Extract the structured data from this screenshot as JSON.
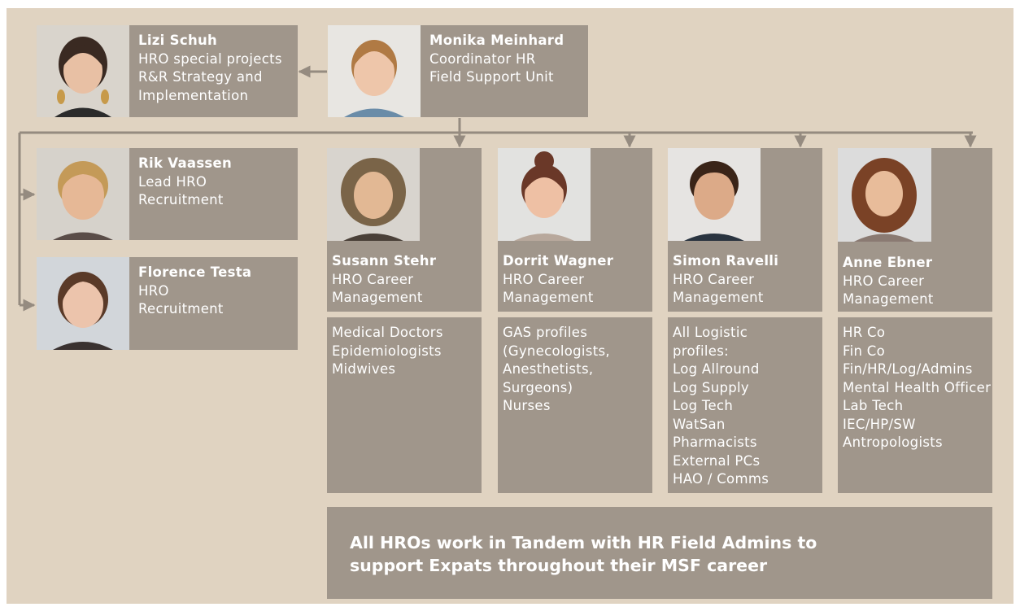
{
  "colors": {
    "background": "#e0d3c1",
    "box": "#a0968b",
    "connector": "#958b80",
    "text": "#ffffff"
  },
  "lizi": {
    "name": "Lizi Schuh",
    "line1": "HRO special projects",
    "line2": "R&R Strategy and",
    "line3": "Implementation"
  },
  "monika": {
    "name": "Monika Meinhard",
    "line1": "Coordinator HR",
    "line2": "Field Support Unit"
  },
  "rik": {
    "name": "Rik Vaassen",
    "line1": "Lead HRO",
    "line2": "Recruitment"
  },
  "florence": {
    "name": "Florence Testa",
    "line1": "HRO",
    "line2": "Recruitment"
  },
  "susann": {
    "name": "Susann Stehr",
    "line1": "HRO Career",
    "line2": "Management",
    "profiles": [
      "Medical Doctors",
      "Epidemiologists",
      "Midwives"
    ]
  },
  "dorrit": {
    "name": "Dorrit Wagner",
    "line1": "HRO Career",
    "line2": "Management",
    "profiles": [
      "GAS profiles",
      "(Gynecologists,",
      "Anesthetists,",
      "Surgeons)",
      "Nurses"
    ]
  },
  "simon": {
    "name": "Simon Ravelli",
    "line1": "HRO Career",
    "line2": "Management",
    "profiles": [
      "All Logistic",
      "profiles:",
      "Log Allround",
      "Log Supply",
      "Log Tech",
      "WatSan",
      "Pharmacists",
      "External PCs",
      "HAO / Comms"
    ]
  },
  "anne": {
    "name": "Anne Ebner",
    "line1": "HRO Career",
    "line2": "Management",
    "profiles": [
      "HR Co",
      "Fin Co",
      "Fin/HR/Log/Admins",
      "Mental Health Officer",
      "Lab Tech",
      "IEC/HP/SW",
      "Antropologists"
    ]
  },
  "banner": {
    "line1": "All HROs work in Tandem with HR Field Admins to",
    "line2": "support Expats throughout their MSF career"
  }
}
